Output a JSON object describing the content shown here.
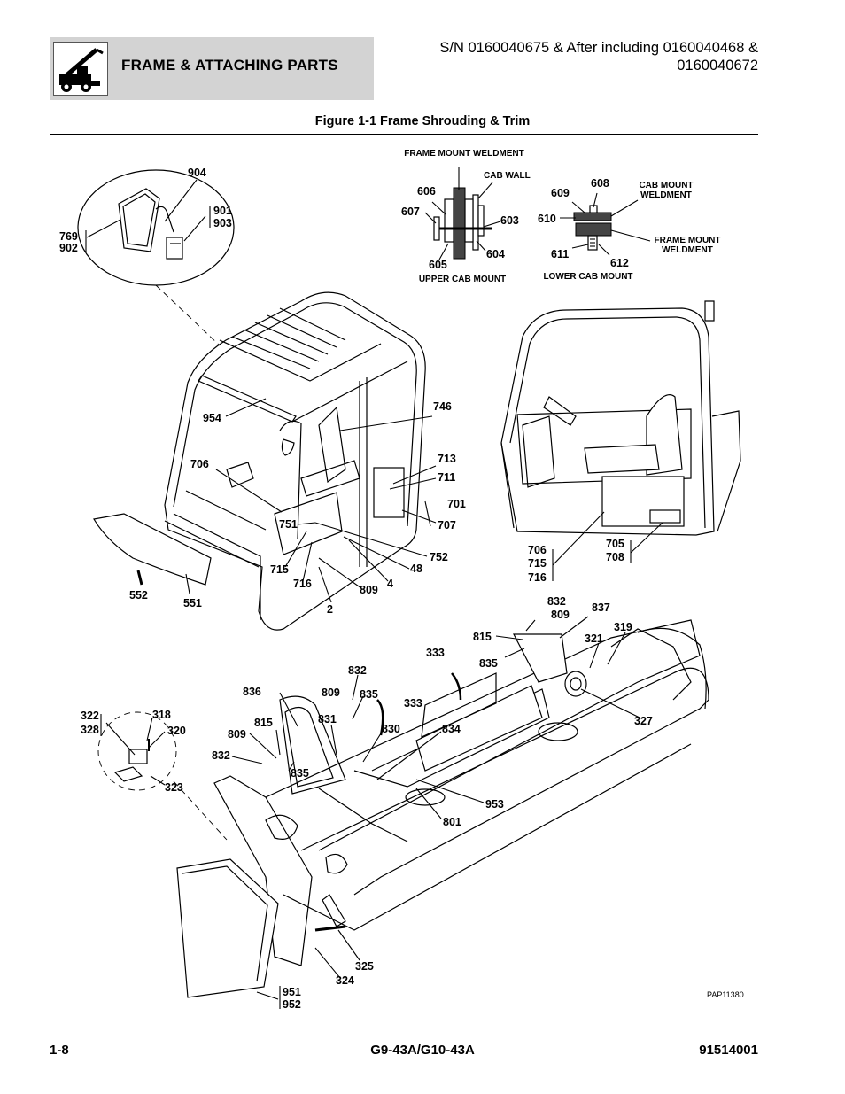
{
  "header": {
    "title": "FRAME & ATTACHING PARTS",
    "serial_line1": "S/N 0160040675 & After including 0160040468 &",
    "serial_line2": "0160040672",
    "icon": "telehandler-icon"
  },
  "figure_title": "Figure 1-1 Frame Shrouding & Trim",
  "inset_labels": {
    "frame_mount_weldment": "FRAME MOUNT WELDMENT",
    "cab_wall": "CAB WALL",
    "upper_cab_mount": "UPPER CAB MOUNT",
    "cab_mount_weldment_1": "CAB MOUNT",
    "cab_mount_weldment_2": "WELDMENT",
    "frame_mount_weldment2_1": "FRAME MOUNT",
    "frame_mount_weldment2_2": "WELDMENT",
    "lower_cab_mount": "LOWER CAB MOUNT"
  },
  "callouts": {
    "c904": "904",
    "c901": "901",
    "c903": "903",
    "c769": "769",
    "c902": "902",
    "c606": "606",
    "c607": "607",
    "c603": "603",
    "c604": "604",
    "c605": "605",
    "c608": "608",
    "c609": "609",
    "c610": "610",
    "c611": "611",
    "c612": "612",
    "c746": "746",
    "c954": "954",
    "c706": "706",
    "c713": "713",
    "c711": "711",
    "c701": "701",
    "c707": "707",
    "c751": "751",
    "c752": "752",
    "c715": "715",
    "c716": "716",
    "c48": "48",
    "c4": "4",
    "c809a": "809",
    "c2": "2",
    "c552": "552",
    "c551": "551",
    "c706b": "706",
    "c715b": "715",
    "c716b": "716",
    "c705": "705",
    "c708": "708",
    "c832a": "832",
    "c809b": "809",
    "c837": "837",
    "c815a": "815",
    "c835a": "835",
    "c321": "321",
    "c319": "319",
    "c333a": "333",
    "c327": "327",
    "c832b": "832",
    "c836": "836",
    "c809c": "809",
    "c835b": "835",
    "c333b": "333",
    "c831": "831",
    "c815b": "815",
    "c830": "830",
    "c834": "834",
    "c809d": "809",
    "c832c": "832",
    "c835c": "835",
    "c322": "322",
    "c328": "328",
    "c318": "318",
    "c320": "320",
    "c323": "323",
    "c953": "953",
    "c801": "801",
    "c325": "325",
    "c324": "324",
    "c951": "951",
    "c952": "952"
  },
  "drawing_id": "PAP11380",
  "footer": {
    "page": "1-8",
    "model": "G9-43A/G10-43A",
    "doc": "91514001"
  }
}
